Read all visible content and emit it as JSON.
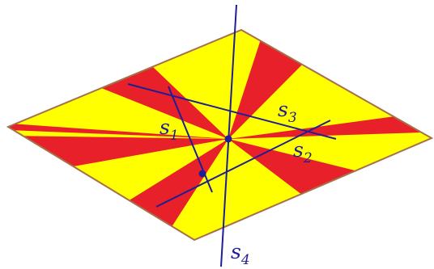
{
  "colors": {
    "background": "#ffffff",
    "yellow": "#ffff00",
    "red": "#e8202a",
    "border": "#a6704a",
    "axis": "#1e1e96",
    "point": "#1e1e96",
    "label": "#1e1e96"
  },
  "labels": {
    "s1": {
      "base": "s",
      "sub": "1"
    },
    "s2": {
      "base": "s",
      "sub": "2"
    },
    "s3": {
      "base": "s",
      "sub": "3"
    },
    "s4": {
      "base": "s",
      "sub": "4"
    }
  }
}
